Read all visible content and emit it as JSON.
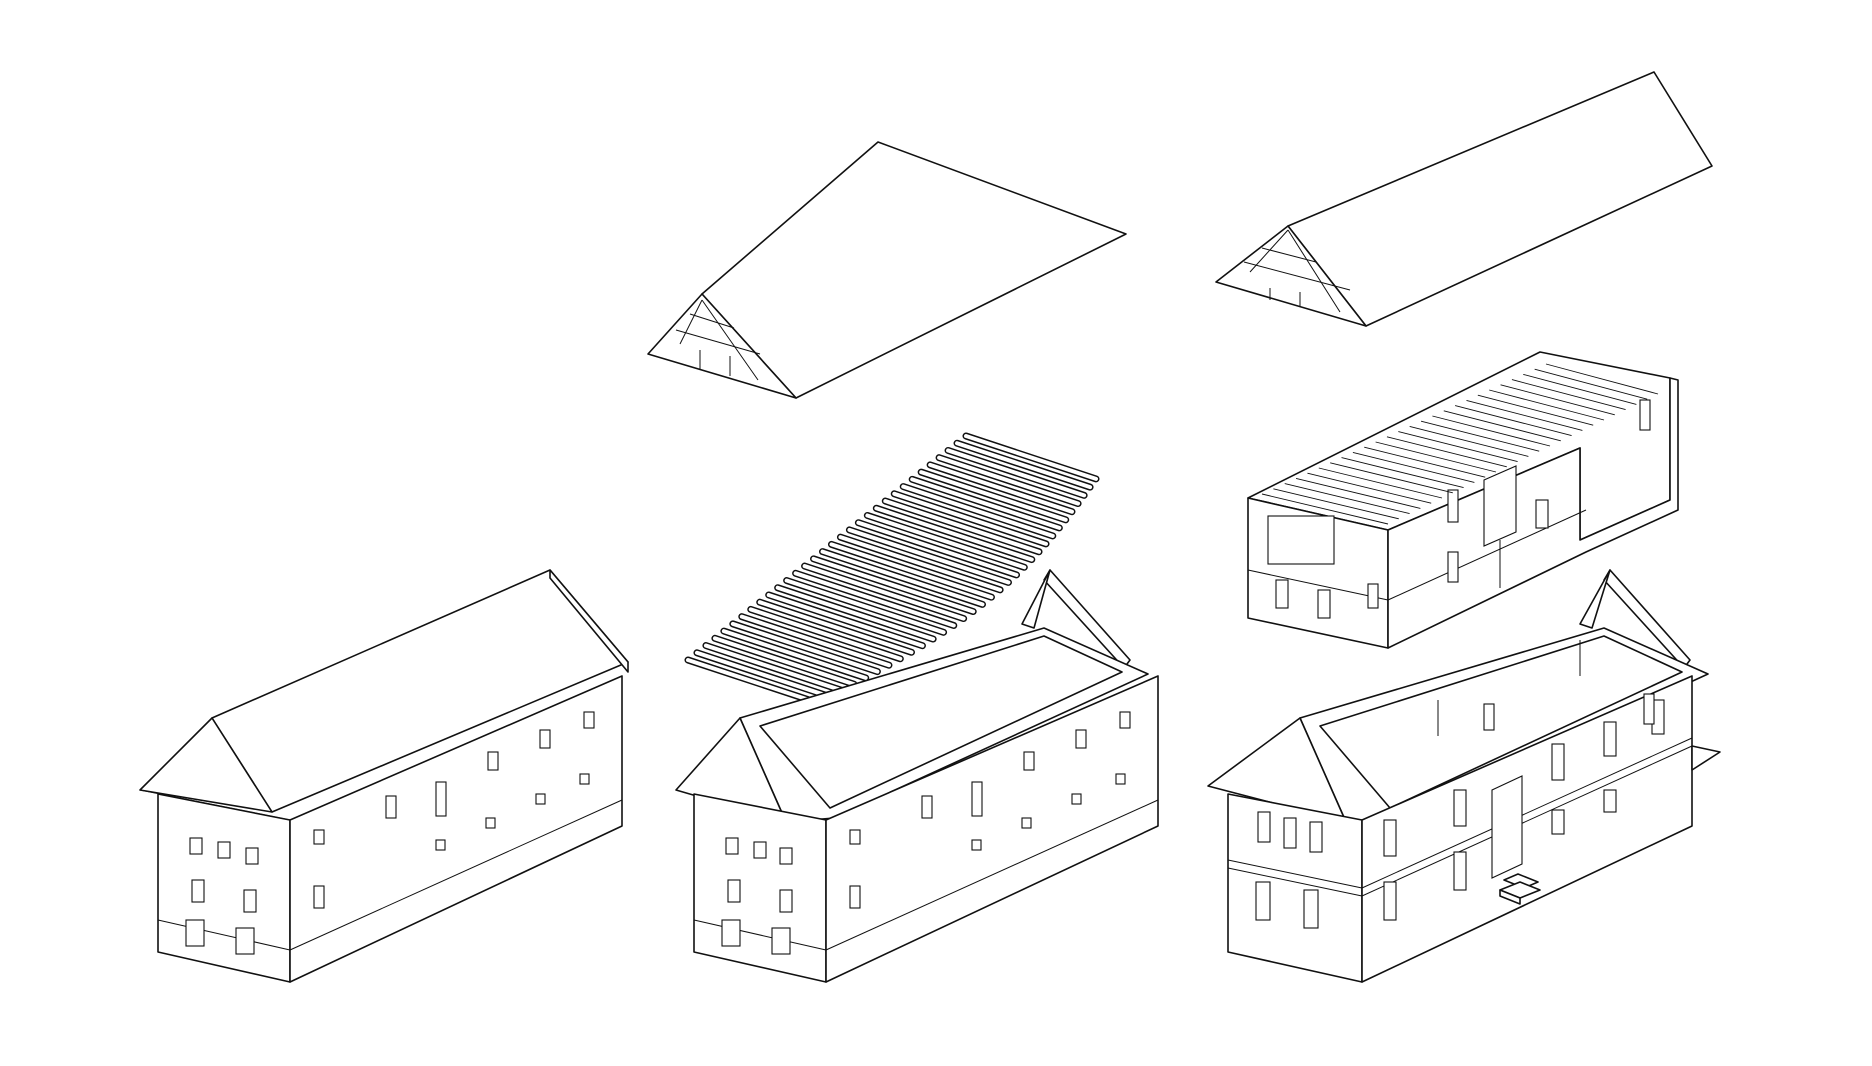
{
  "diagram": {
    "kind": "exploded axonometric building diagram",
    "stroke_color": "#111111",
    "background_color": "#ffffff",
    "panels": [
      {
        "id": "existing",
        "components": [
          "building-shell-with-gable-roof"
        ]
      },
      {
        "id": "deconstructed",
        "components": [
          "roof-with-exposed-truss-end",
          "floor-joists-exploded",
          "walls-without-roof"
        ]
      },
      {
        "id": "new-insertion",
        "components": [
          "roof-with-exposed-truss-end",
          "inserted-volume-with-floor-frame",
          "walls-with-new-openings-and-stair"
        ]
      }
    ]
  }
}
